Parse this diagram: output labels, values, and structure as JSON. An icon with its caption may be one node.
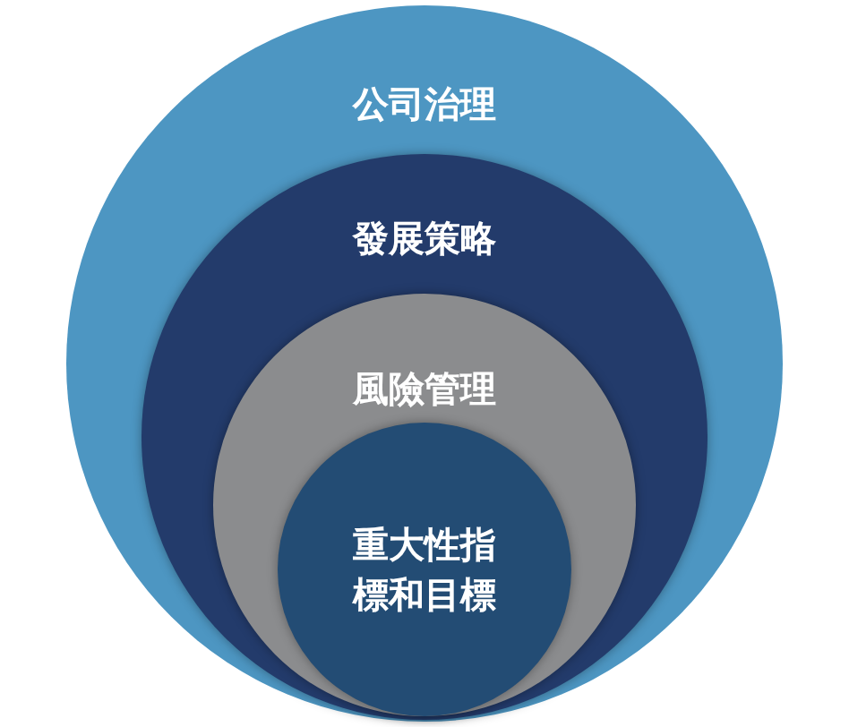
{
  "diagram": {
    "nodes": [
      {
        "text": [
          "公司治理"
        ]
      },
      {
        "text": [
          "發展策略"
        ],
        "in": 0
      },
      {
        "text": [
          "風險管理"
        ],
        "in": 1
      },
      {
        "text": [
          "重大性指標和目標"
        ],
        "in": 2
      }
    ]
  }
}
